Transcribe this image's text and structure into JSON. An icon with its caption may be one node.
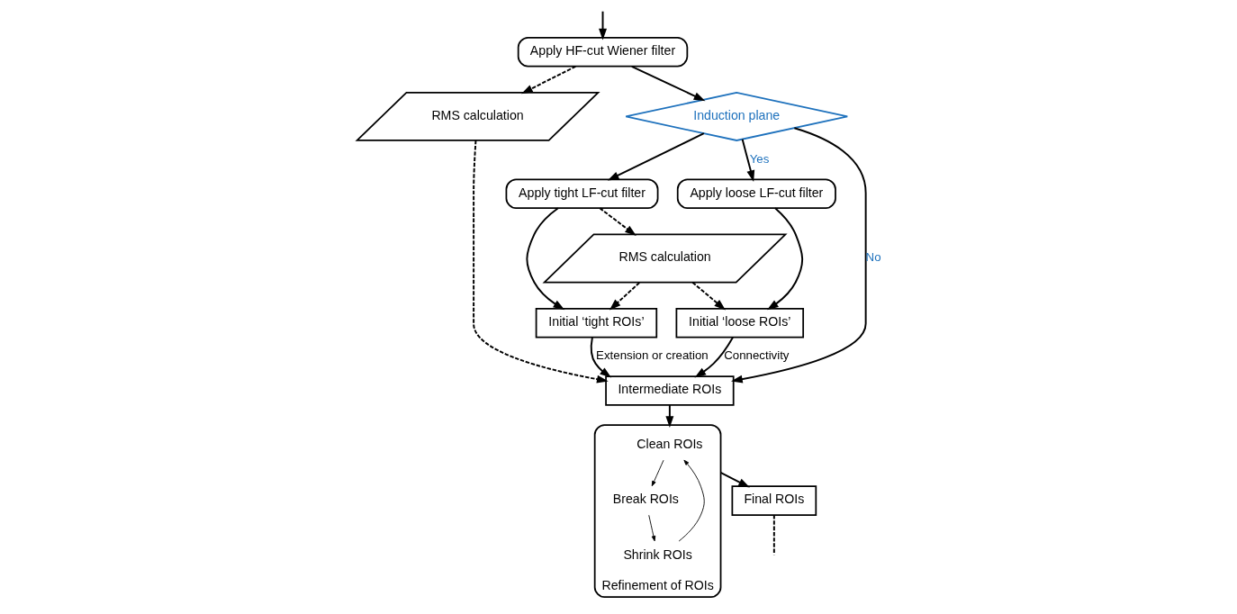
{
  "diagram": {
    "nodes": [
      {
        "text": [
          "Apply HF-cut Wiener filter"
        ]
      },
      {
        "text": [
          "RMS calculation"
        ]
      },
      {
        "text": [
          "Induction plane"
        ]
      },
      {
        "text": [
          "Intermediate ROIs"
        ]
      },
      {
        "text": [
          "Final ROIs"
        ]
      },
      {
        "text": [
          "Apply loose LF-cut filter"
        ]
      },
      {
        "text": [
          "Initial ‘loose ROIs’"
        ]
      },
      {
        "text": [
          "Apply tight LF-cut filter"
        ]
      },
      {
        "text": [
          "Initial ‘tight ROIs’"
        ]
      },
      {
        "text": [
          "Refinement of ROIs"
        ]
      },
      {
        "text": [
          "Clean ROIs"
        ],
        "in": 9
      },
      {
        "text": [
          "Break ROIs"
        ],
        "in": 9
      },
      {
        "text": [
          "Shrink ROIs"
        ],
        "in": 9
      },
      {
        "text": [
          "RMS calculation"
        ]
      }
    ],
    "edges": [
      {
        "from": null,
        "to": 0,
        "arrow": "to"
      },
      {
        "from": 0,
        "to": 1,
        "arrow": "to",
        "style": "dashed"
      },
      {
        "from": 0,
        "to": 2,
        "arrow": "to"
      },
      {
        "from": 1,
        "to": 3,
        "arrow": "to",
        "style": "dashed"
      },
      {
        "from": 2,
        "to": 3,
        "arrow": "to",
        "label": "No"
      },
      {
        "from": 2,
        "to": 5,
        "arrow": "to",
        "label": "Yes"
      },
      {
        "from": 2,
        "to": 7,
        "arrow": "to"
      },
      {
        "from": 5,
        "to": 6,
        "arrow": "to"
      },
      {
        "from": 7,
        "to": 8,
        "arrow": "to"
      },
      {
        "from": 7,
        "to": 13,
        "arrow": "to",
        "style": "dashed"
      },
      {
        "from": 13,
        "to": 6,
        "arrow": "to",
        "style": "dashed"
      },
      {
        "from": 13,
        "to": 8,
        "arrow": "to",
        "style": "dashed"
      },
      {
        "from": 6,
        "to": 3,
        "arrow": "to",
        "label": "Connectivity"
      },
      {
        "from": 8,
        "to": 3,
        "arrow": "to",
        "label": "Extension or creation"
      },
      {
        "from": 3,
        "to": 9,
        "arrow": "to"
      },
      {
        "from": 9,
        "to": 4,
        "arrow": "to"
      },
      {
        "from": 10,
        "to": 11,
        "arrow": "to"
      },
      {
        "from": 11,
        "to": 12,
        "arrow": "to"
      },
      {
        "from": 12,
        "to": 10,
        "arrow": "to"
      },
      {
        "from": 4,
        "to": null,
        "arrow": "none",
        "style": "dashed"
      }
    ]
  }
}
